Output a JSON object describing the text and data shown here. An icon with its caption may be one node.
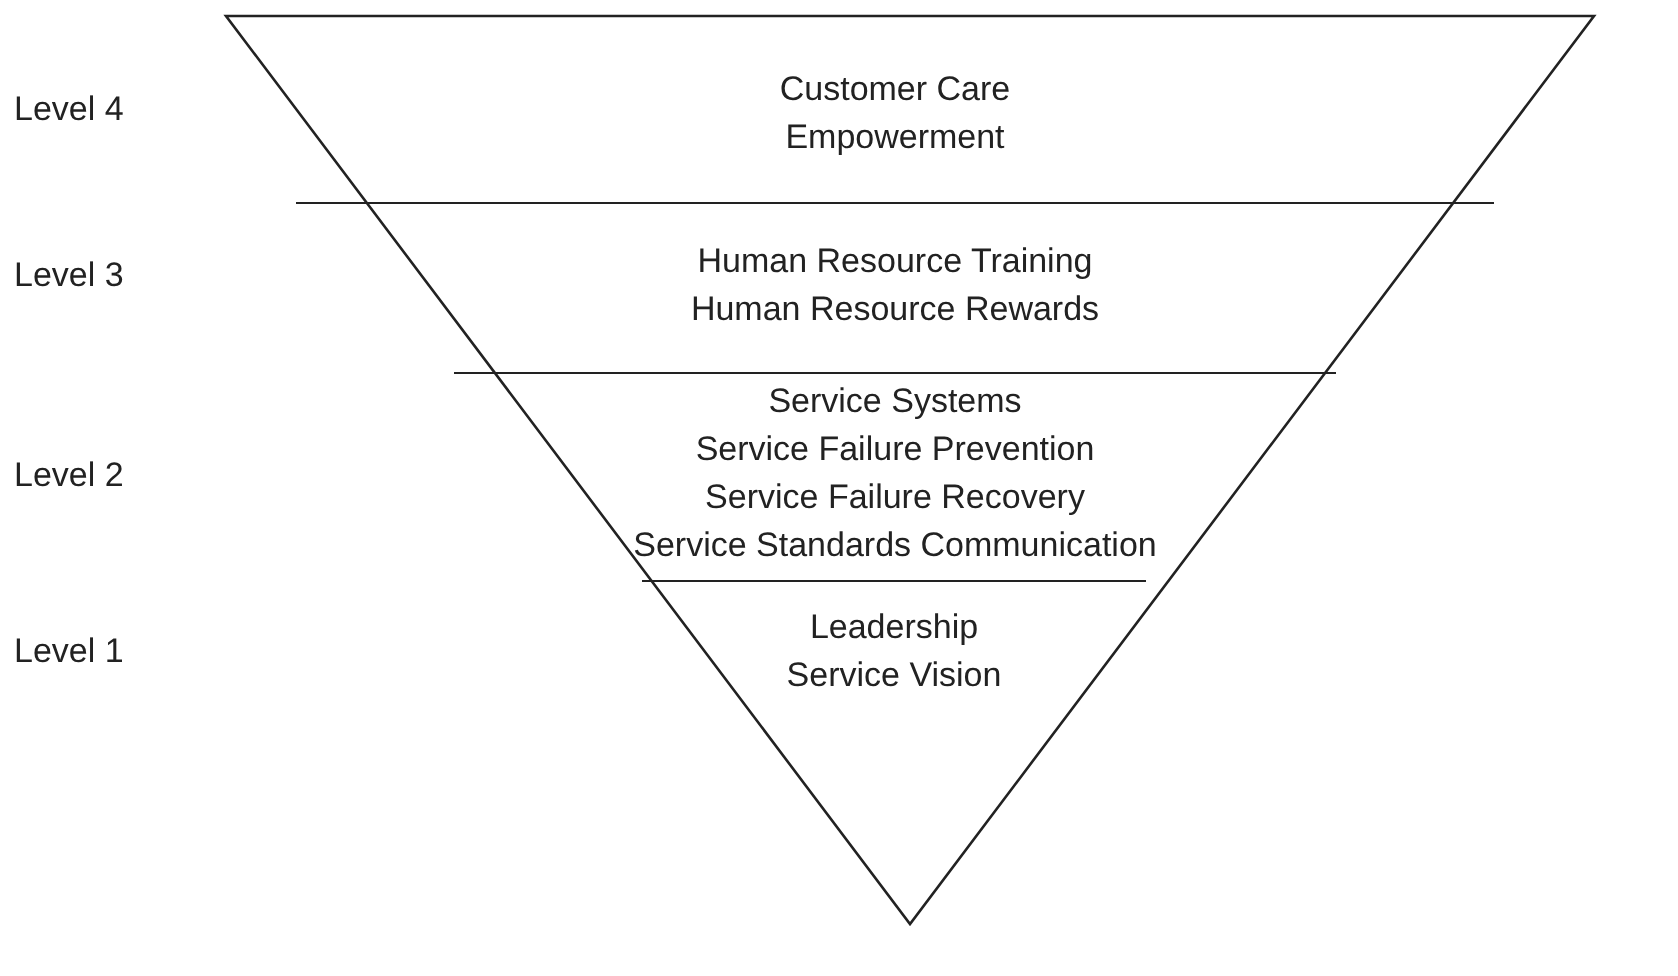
{
  "diagram": {
    "nodes": [
      {
        "text": [],
        "shape": "triangle"
      },
      {
        "text": [
          "Customer Care",
          "Empowerment"
        ],
        "in": 0
      },
      {
        "text": [
          "Human Resource Training",
          "Human Resource Rewards"
        ],
        "in": 0
      },
      {
        "text": [
          "Service Systems",
          "Service Failure Prevention",
          "Service Failure Recovery",
          "Service Standards Communication"
        ],
        "in": 0
      },
      {
        "text": [
          "Leadership",
          "Service Vision"
        ],
        "in": 0
      }
    ],
    "labels": [
      "Level 4",
      "Level 3",
      "Level 2",
      "Level 1"
    ]
  }
}
